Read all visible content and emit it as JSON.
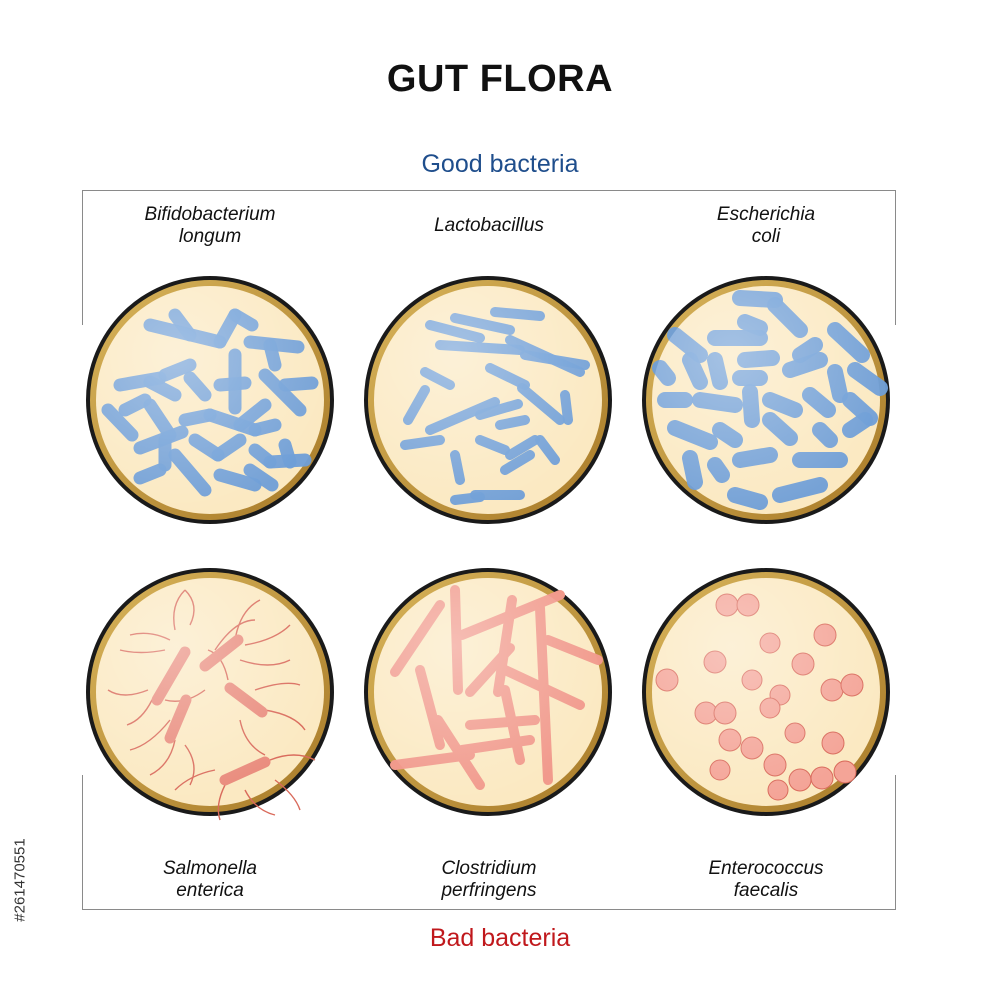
{
  "title": "GUT FLORA",
  "groups": {
    "good": {
      "label": "Good bacteria",
      "color": "#1f4e8c"
    },
    "bad": {
      "label": "Bad bacteria",
      "color": "#c0181c"
    }
  },
  "species": [
    {
      "line1": "Bifidobacterium",
      "line2": "longum",
      "group": "good"
    },
    {
      "line1": "Lactobacillus",
      "line2": "",
      "group": "good"
    },
    {
      "line1": "Escherichia",
      "line2": "coli",
      "group": "good"
    },
    {
      "line1": "Salmonella",
      "line2": "enterica",
      "group": "bad"
    },
    {
      "line1": "Clostridium",
      "line2": "perfringens",
      "group": "bad"
    },
    {
      "line1": "Enterococcus",
      "line2": "faecalis",
      "group": "bad"
    }
  ],
  "colors": {
    "dish_fill": "#fbe9c2",
    "dish_ring": "#c49a3c",
    "dish_border": "#1a1a1a",
    "good_fill": "#a9cdef",
    "good_stroke": "#6f9fd8",
    "bad_fill": "#f4a497",
    "bad_stroke": "#d96a5b"
  },
  "stock_id": "#261470551"
}
